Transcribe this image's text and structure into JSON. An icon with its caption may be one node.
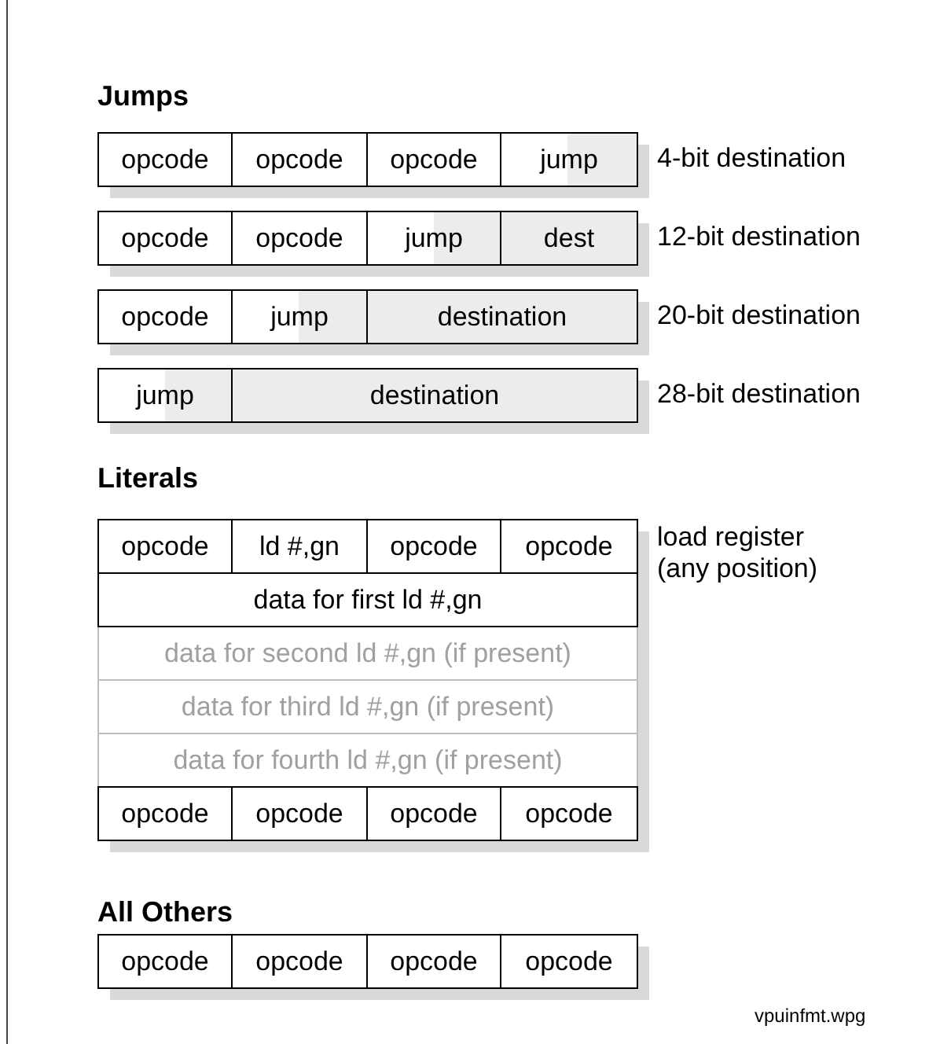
{
  "diagram": {
    "nodes": [
      {
        "text": [],
        "shape": "box",
        "beside": [
          "4-bit destination"
        ]
      },
      {
        "text": [
          "opcode"
        ],
        "in": 0
      },
      {
        "text": [
          "opcode"
        ],
        "in": 0
      },
      {
        "text": [
          "opcode"
        ],
        "in": 0
      },
      {
        "text": [
          "jump"
        ],
        "in": 0
      },
      {
        "text": [],
        "shape": "box",
        "beside": [
          "12-bit destination"
        ]
      },
      {
        "text": [
          "opcode"
        ],
        "in": 5
      },
      {
        "text": [
          "opcode"
        ],
        "in": 5
      },
      {
        "text": [
          "jump"
        ],
        "in": 5
      },
      {
        "text": [
          "dest"
        ],
        "in": 5
      },
      {
        "text": [],
        "shape": "box",
        "beside": [
          "20-bit destination"
        ]
      },
      {
        "text": [
          "opcode"
        ],
        "in": 10
      },
      {
        "text": [
          "jump"
        ],
        "in": 10
      },
      {
        "text": [
          "destination"
        ],
        "in": 10
      },
      {
        "text": [],
        "shape": "box",
        "beside": [
          "28-bit destination"
        ]
      },
      {
        "text": [
          "jump"
        ],
        "in": 14
      },
      {
        "text": [
          "destination"
        ],
        "in": 14
      },
      {
        "text": [],
        "shape": "box",
        "beside": [
          "load register (any position)"
        ]
      },
      {
        "text": [
          "opcode"
        ],
        "in": 17
      },
      {
        "text": [
          "ld #,gn"
        ],
        "in": 17
      },
      {
        "text": [
          "opcode"
        ],
        "in": 17
      },
      {
        "text": [
          "opcode"
        ],
        "in": 17
      },
      {
        "text": [
          "data for first ld #,gn"
        ],
        "in": 17
      },
      {
        "text": [
          "data for second ld #,gn (if present)"
        ],
        "in": 17
      },
      {
        "text": [
          "data for third ld #,gn (if present)"
        ],
        "in": 17
      },
      {
        "text": [
          "data for fourth ld #,gn (if present)"
        ],
        "in": 17
      },
      {
        "text": [
          "opcode"
        ],
        "in": 17
      },
      {
        "text": [
          "opcode"
        ],
        "in": 17
      },
      {
        "text": [
          "opcode"
        ],
        "in": 17
      },
      {
        "text": [
          "opcode"
        ],
        "in": 17
      },
      {
        "text": [],
        "shape": "box"
      },
      {
        "text": [
          "opcode"
        ],
        "in": 30
      },
      {
        "text": [
          "opcode"
        ],
        "in": 30
      },
      {
        "text": [
          "opcode"
        ],
        "in": 30
      },
      {
        "text": [
          "opcode"
        ],
        "in": 30
      }
    ],
    "labels": [
      "Jumps",
      "Literals",
      "All Others",
      "vpuinfmt.wpg"
    ]
  }
}
